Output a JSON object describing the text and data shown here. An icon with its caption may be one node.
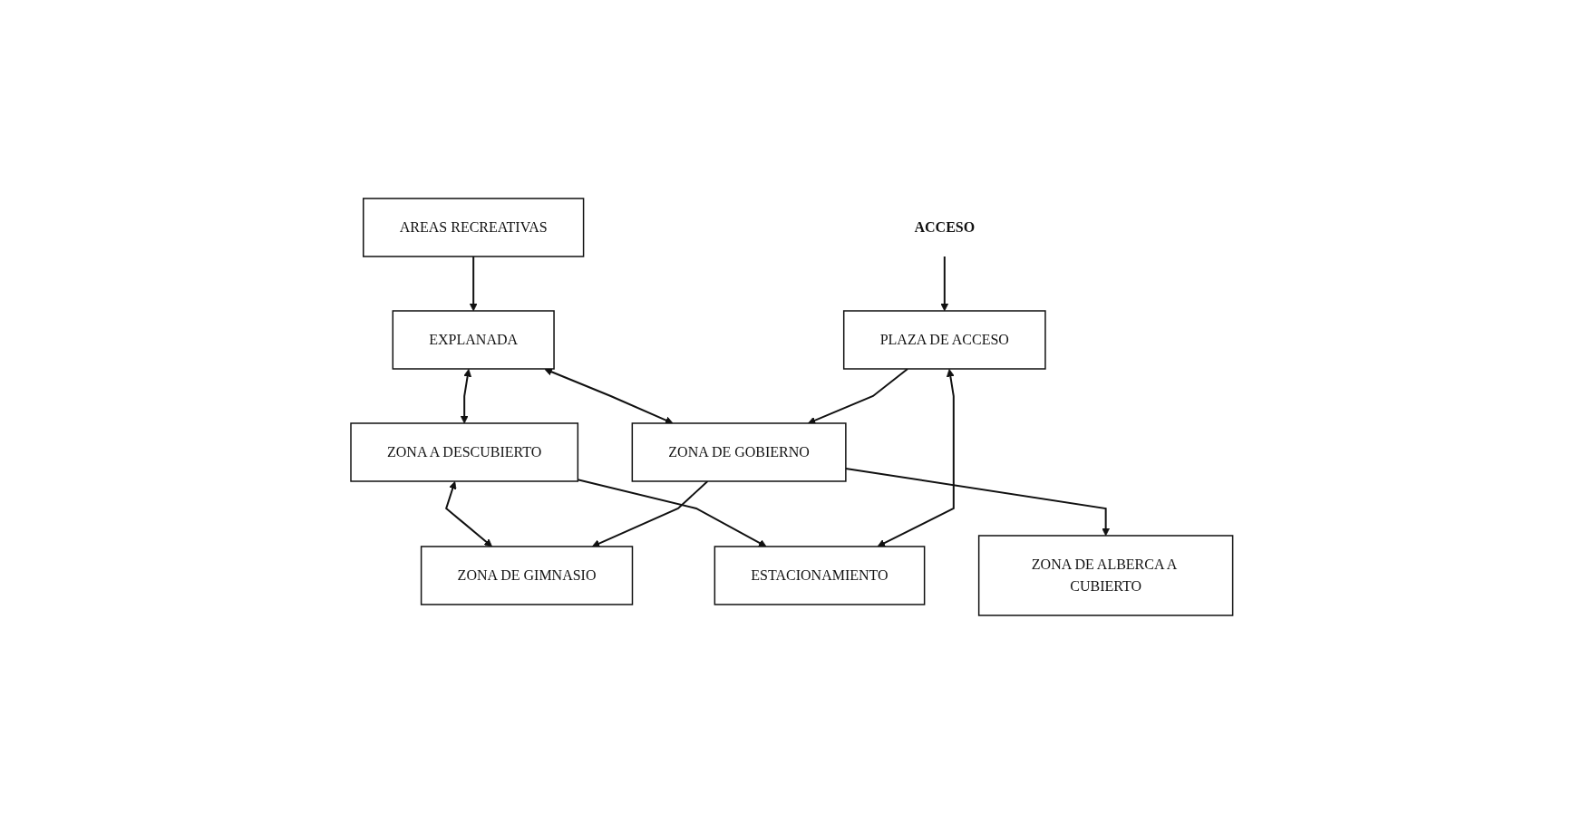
{
  "diagram": {
    "nodes": [
      {
        "text": [
          "AREAS RECREATIVAS"
        ]
      },
      {
        "text": [
          "ZONA A DESCUBIERTO"
        ]
      },
      {
        "text": [
          "EXPLANADA"
        ]
      },
      {
        "text": [
          "ZONA DE ALBERCA A CUBIERTO"
        ]
      },
      {
        "text": [
          "ZONA DE GOBIERNO"
        ]
      },
      {
        "text": [
          "ZONA DE GIMNASIO"
        ]
      },
      {
        "text": [
          "PLAZA DE ACCESO"
        ]
      },
      {
        "text": [
          "ESTACIONAMIENTO"
        ]
      },
      {
        "text": [
          "ACCESO"
        ]
      }
    ],
    "edges": [
      {
        "from": 0,
        "to": 2,
        "arrow": "to"
      },
      {
        "from": 2,
        "to": 1,
        "arrow": "both"
      },
      {
        "from": 2,
        "to": 4,
        "arrow": "both"
      },
      {
        "from": 1,
        "to": 5,
        "arrow": "both"
      },
      {
        "from": 4,
        "to": 3,
        "arrow": "to"
      },
      {
        "from": 4,
        "to": 5,
        "arrow": "to"
      },
      {
        "from": 6,
        "to": 4,
        "arrow": "to"
      },
      {
        "from": 1,
        "to": 7,
        "arrow": "to"
      },
      {
        "from": 6,
        "to": 7,
        "arrow": "both"
      },
      {
        "from": 8,
        "to": 6,
        "arrow": "to"
      }
    ]
  }
}
